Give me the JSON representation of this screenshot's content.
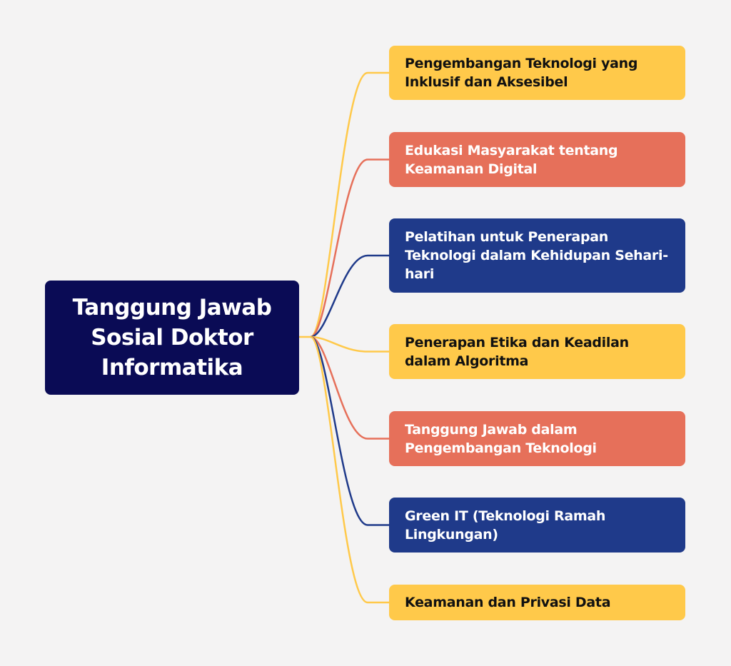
{
  "colors": {
    "background": "#f4f3f3",
    "root": "#0a0b55",
    "yellow": "#ffc94a",
    "coral": "#e6705a",
    "navy": "#1f3a8a"
  },
  "root": {
    "title": "Tanggung Jawab Sosial Doktor Informatika"
  },
  "branches": [
    {
      "label": "Pengembangan Teknologi yang Inklusif dan Aksesibel",
      "color": "yellow"
    },
    {
      "label": "Edukasi Masyarakat tentang Keamanan Digital",
      "color": "coral"
    },
    {
      "label": "Pelatihan untuk Penerapan Teknologi dalam Kehidupan Sehari-hari",
      "color": "navy"
    },
    {
      "label": "Penerapan Etika dan Keadilan dalam Algoritma",
      "color": "yellow"
    },
    {
      "label": "Tanggung Jawab dalam Pengembangan Teknologi",
      "color": "coral"
    },
    {
      "label": "Green IT (Teknologi Ramah Lingkungan)",
      "color": "navy"
    },
    {
      "label": "Keamanan dan Privasi Data",
      "color": "yellow"
    }
  ]
}
